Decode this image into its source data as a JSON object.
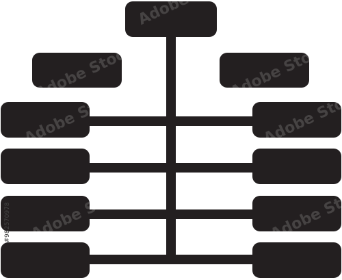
{
  "diagram": {
    "type": "hierarchy-icon",
    "colors": {
      "background": "#ffffff",
      "shape": "#231f20"
    },
    "boxes": {
      "root": "root-box",
      "level2": [
        "level2-left-box",
        "level2-right-box"
      ],
      "left_column": [
        "left-box-1",
        "left-box-2",
        "left-box-3",
        "left-box-4"
      ],
      "right_column": [
        "right-box-1",
        "right-box-2",
        "right-box-3",
        "right-box-4"
      ]
    }
  },
  "watermark": {
    "brand": "Adobe Stock",
    "stock_id": "#982570978"
  }
}
